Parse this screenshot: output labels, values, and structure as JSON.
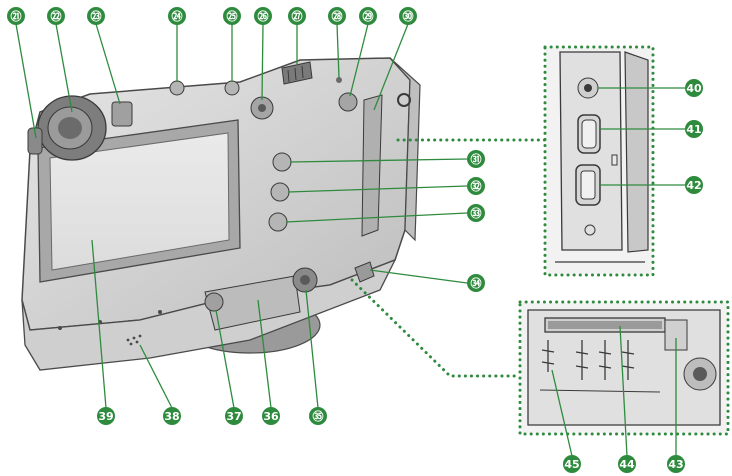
{
  "diagram": {
    "callouts": {
      "c21": "㉑",
      "c22": "㉒",
      "c23": "㉓",
      "c24": "㉔",
      "c25": "㉕",
      "c26": "㉖",
      "c27": "㉗",
      "c28": "㉘",
      "c29": "㉙",
      "c30": "㉚",
      "c31": "㉛",
      "c32": "㉜",
      "c33": "㉝",
      "c34": "㉞",
      "c35": "㉟",
      "c36": "36",
      "c37": "37",
      "c38": "38",
      "c39": "39",
      "c40": "40",
      "c41": "41",
      "c42": "42",
      "c43": "43",
      "c44": "44",
      "c45": "45"
    },
    "colors": {
      "accent": "#2e8b3e",
      "camera_body": "#d9d9d9",
      "camera_outline": "#4a4a4a"
    }
  }
}
